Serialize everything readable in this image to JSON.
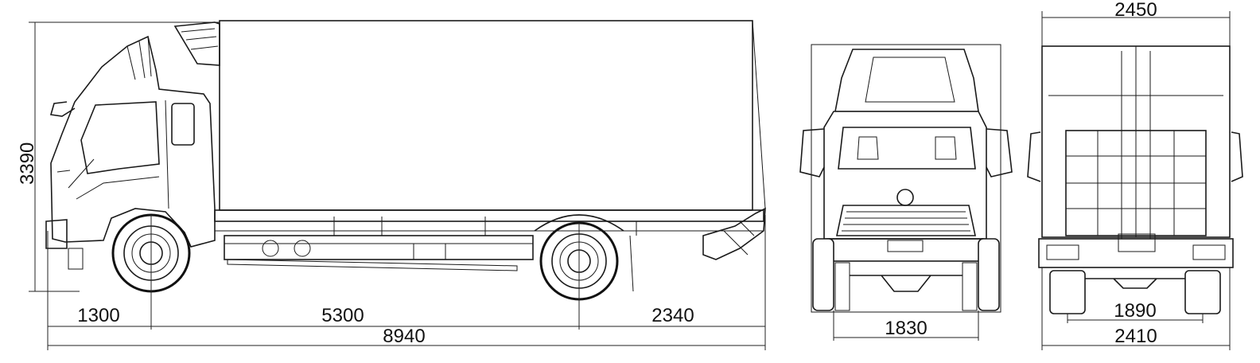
{
  "diagram": {
    "side_view": {
      "overall_height": "3390",
      "front_overhang": "1300",
      "wheelbase": "5300",
      "rear_overhang": "2340",
      "overall_length": "8940"
    },
    "front_view": {
      "front_track": "1830"
    },
    "rear_view": {
      "overall_width": "2450",
      "rear_track": "1890",
      "rear_width": "2410"
    }
  },
  "colors": {
    "line": "#1a1a1a",
    "background": "#ffffff"
  }
}
